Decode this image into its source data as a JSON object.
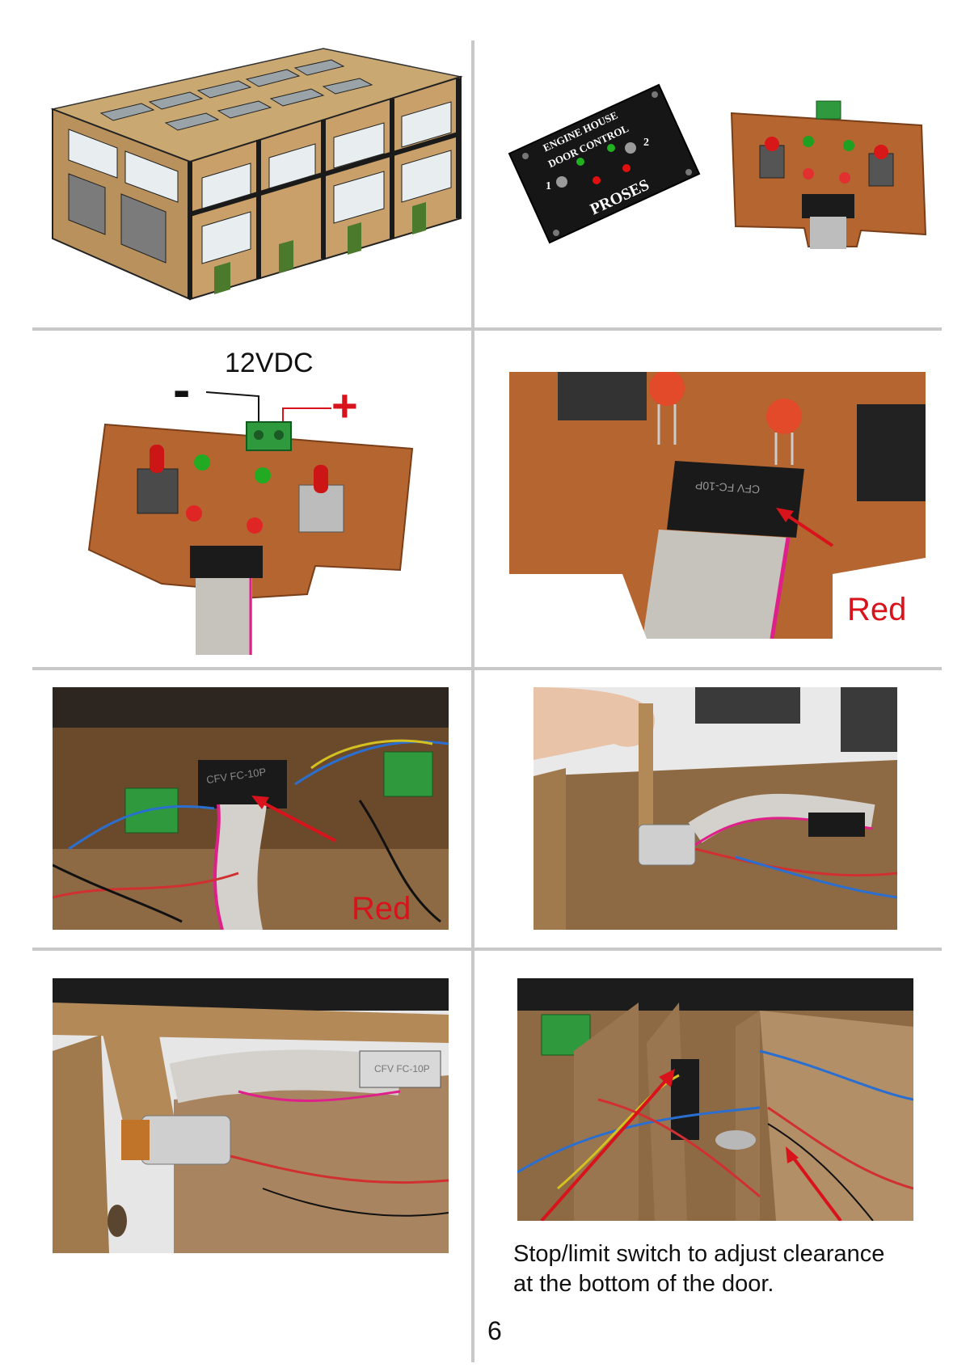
{
  "panel_top_right": {
    "faceplate_title_line1": "ENGINE HOUSE",
    "faceplate_title_line2": "DOOR CONTROL",
    "faceplate_switch1": "1",
    "faceplate_switch2": "2",
    "faceplate_brand": "PROSES"
  },
  "wiring_diagram": {
    "voltage_label": "12VDC",
    "minus_symbol": "-",
    "plus_symbol": "+"
  },
  "connector_closeup": {
    "connector_text": "CFV FC-10P",
    "red_label": "Red"
  },
  "inside_box": {
    "connector_text": "CFV FC-10P",
    "red_label": "Red"
  },
  "motor_closeup": {
    "connector_text": "CFV FC-10P"
  },
  "limit_switch": {
    "caption_line1": "Stop/limit switch to adjust clearance",
    "caption_line2": "at the bottom of the door."
  },
  "page_number": "6",
  "colors": {
    "accent_red": "#d8131b",
    "rule_gray": "#c8c8c8",
    "board_brown": "#b5652f",
    "building_tan": "#c9a06a"
  }
}
